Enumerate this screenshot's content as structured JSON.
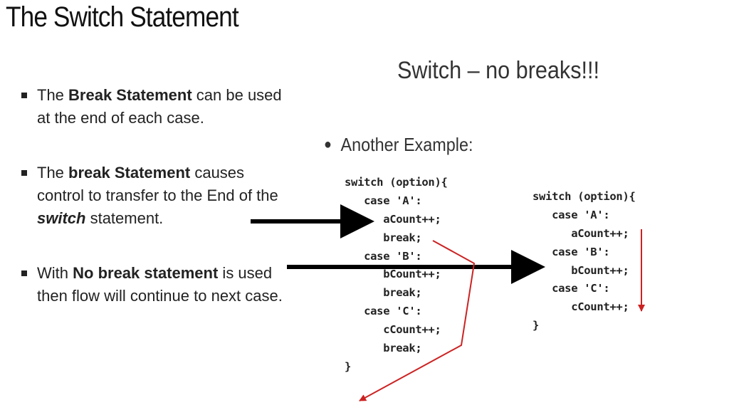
{
  "slide": {
    "title": "The Switch Statement"
  },
  "bullets": [
    {
      "parts": [
        {
          "t": "The ",
          "s": "normal"
        },
        {
          "t": "Break Statement",
          "s": "bold"
        },
        {
          "t": " can be used at the end of each case.",
          "s": "normal"
        }
      ]
    },
    {
      "parts": [
        {
          "t": "The ",
          "s": "normal"
        },
        {
          "t": "break Statement",
          "s": "bold"
        },
        {
          "t": " causes control to transfer to the End of the ",
          "s": "normal"
        },
        {
          "t": "switch",
          "s": "bolditalic"
        },
        {
          "t": " statement.",
          "s": "normal"
        }
      ]
    },
    {
      "parts": [
        {
          "t": "With ",
          "s": "normal"
        },
        {
          "t": "No break statement",
          "s": "bold"
        },
        {
          "t": " is used then flow will continue to next case.",
          "s": "normal"
        }
      ]
    }
  ],
  "image": {
    "title": "Switch – no breaks!!!",
    "subtitle": "Another Example:",
    "code_with_breaks": [
      "switch (option){",
      "   case 'A':",
      "      aCount++;",
      "      break;",
      "   case 'B':",
      "      bCount++;",
      "      break;",
      "   case 'C':",
      "      cCount++;",
      "      break;",
      "}"
    ],
    "code_no_breaks": [
      "switch (option){",
      "   case 'A':",
      "      aCount++;",
      "   case 'B':",
      "      bCount++;",
      "   case 'C':",
      "      cCount++;",
      "}"
    ]
  },
  "colors": {
    "flow_arrow": "#cc2222",
    "pointer_arrow": "#000000"
  }
}
